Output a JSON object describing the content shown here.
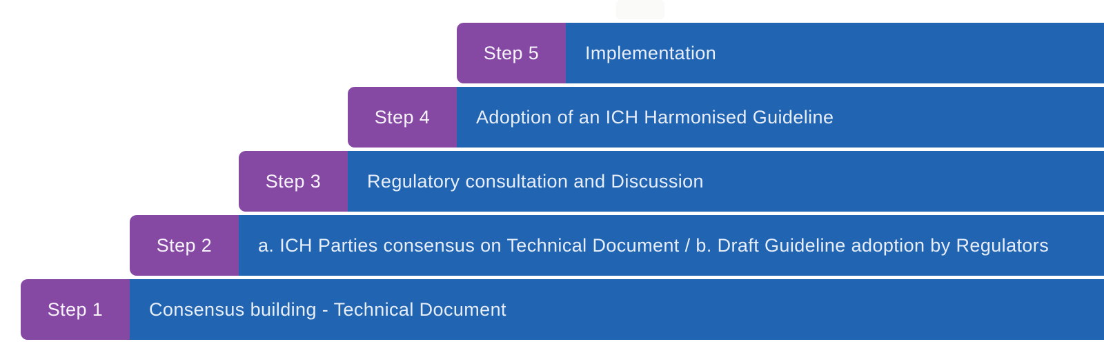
{
  "colors": {
    "step_label_purple": "#8549a4",
    "bar_blue": "#2164b2",
    "label_text": "#f8f4fb",
    "bar_text": "#e7eef8",
    "background": "#ffffff"
  },
  "steps": [
    {
      "label": "Step 1",
      "description": "Consensus building - Technical Document"
    },
    {
      "label": "Step 2",
      "description": "a. ICH Parties consensus on Technical Document / b. Draft Guideline adoption by Regulators"
    },
    {
      "label": "Step 3",
      "description": "Regulatory consultation and Discussion"
    },
    {
      "label": "Step 4",
      "description": "Adoption of an ICH Harmonised Guideline"
    },
    {
      "label": "Step 5",
      "description": "Implementation"
    }
  ]
}
